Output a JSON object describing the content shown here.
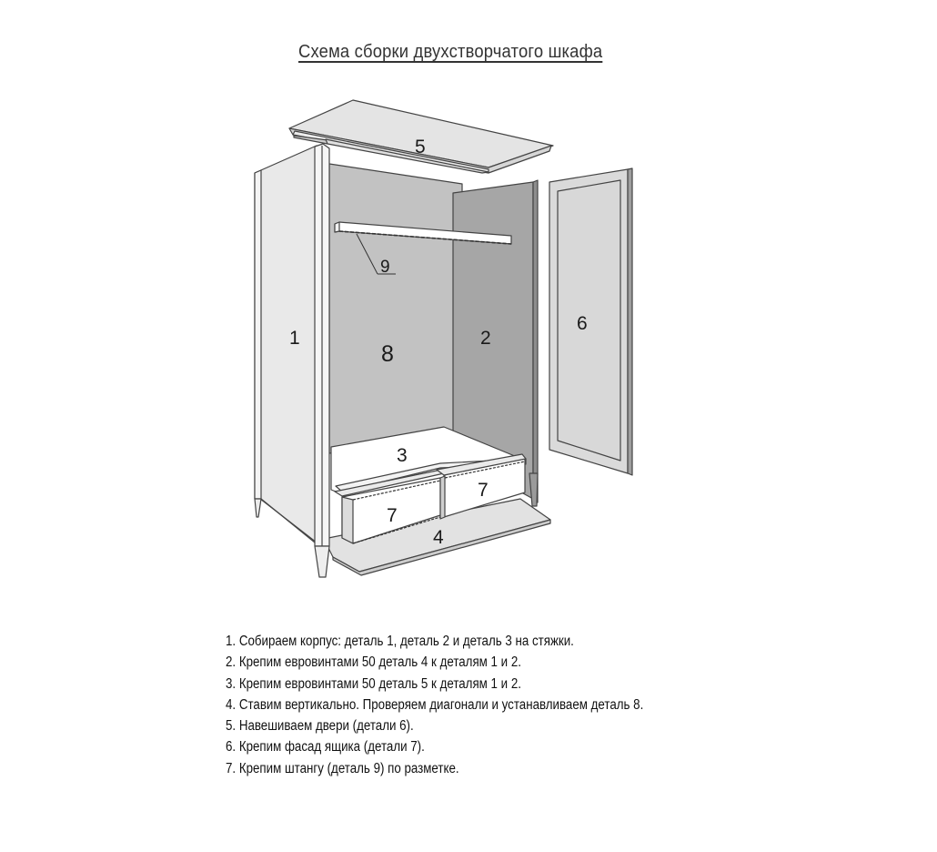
{
  "title": "Схема сборки двухстворчатого шкафа",
  "parts": {
    "p1": "1",
    "p2": "2",
    "p3": "3",
    "p4": "4",
    "p5": "5",
    "p6": "6",
    "p7a": "7",
    "p7b": "7",
    "p8": "8",
    "p9": "9"
  },
  "colors": {
    "side_panel_left": "#e9e9e9",
    "back_panel": "#c2c2c2",
    "side_panel_right": "#a6a6a6",
    "door": "#dadada",
    "top_and_base": "#e4e4e4",
    "drawer_front": "#ffffff",
    "outline": "#444444"
  },
  "steps": [
    "1. Собираем корпус: деталь 1, деталь 2 и деталь 3 на стяжки.",
    "2. Крепим евровинтами 50 деталь 4 к деталям 1 и 2.",
    "3. Крепим евровинтами 50  деталь 5 к деталям 1 и 2.",
    "4. Ставим вертикально. Проверяем диагонали и устанавливаем деталь 8.",
    "5. Навешиваем двери (детали 6).",
    "6. Крепим фасад ящика (детали 7).",
    "7. Крепим штангу (деталь 9) по разметке."
  ]
}
